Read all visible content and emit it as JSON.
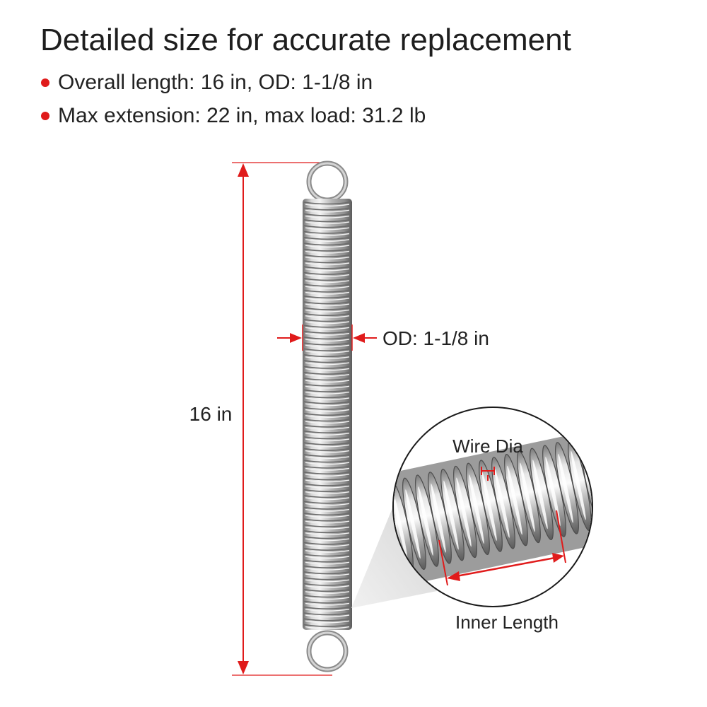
{
  "title": "Detailed size for accurate replacement",
  "bullets": [
    "Overall length: 16 in, OD: 1-1/8 in",
    "Max extension: 22 in, max load: 31.2 lb"
  ],
  "labels": {
    "length": "16 in",
    "od": "OD: 1-1/8 in",
    "wire_dia": "Wire Dia",
    "inner_length": "Inner Length"
  },
  "colors": {
    "accent": "#e01b1b",
    "steel": "#b8b8b8"
  }
}
